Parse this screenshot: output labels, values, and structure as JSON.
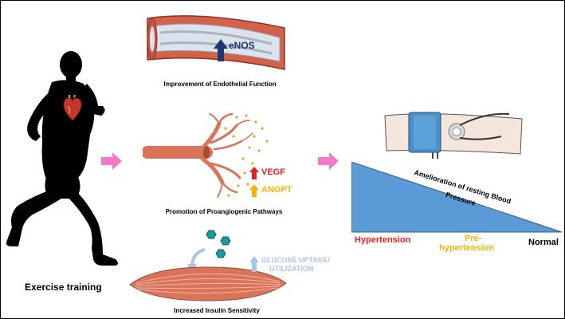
{
  "figure": {
    "person_label": "Exercise training",
    "endothelial": {
      "marker": "eNOS",
      "caption": "Improvement of Endothelial Function",
      "arrow_color": "#1f3470"
    },
    "angiogenesis": {
      "markers": [
        {
          "label": "VEGF",
          "color": "#e02222"
        },
        {
          "label": "ANGPT",
          "color": "#f2b705"
        }
      ],
      "caption": "Promotion of Proangiogenic Pathways"
    },
    "insulin": {
      "marker_line1": "GLUCOSE UPTAKE/",
      "marker_line2": "UTILIZATION",
      "marker_color": "#a9c6e8",
      "caption": "Increased Insulin Sensitivity"
    },
    "blood_pressure": {
      "title_line1": "Amelioration of resting Blood",
      "title_line2": "Pressure",
      "levels": [
        {
          "label": "Hypertension",
          "color": "#e02222"
        },
        {
          "label_line1": "Pre-",
          "label_line2": "hypertension",
          "color": "#f2b705"
        },
        {
          "label": "Normal",
          "color": "#000000"
        }
      ],
      "wedge_color": "#5b9bd5"
    },
    "colors": {
      "arrow_pink": "#f07ac8",
      "silhouette": "#000000",
      "vessel": "#e07a5f",
      "muscle": "#d9735a"
    },
    "icons": [
      "running-person-silhouette",
      "heart-icon",
      "blood-vessel-icon",
      "branching-vessel-icon",
      "muscle-icon",
      "glucose-molecule-icon",
      "blood-pressure-cuff-icon"
    ]
  }
}
